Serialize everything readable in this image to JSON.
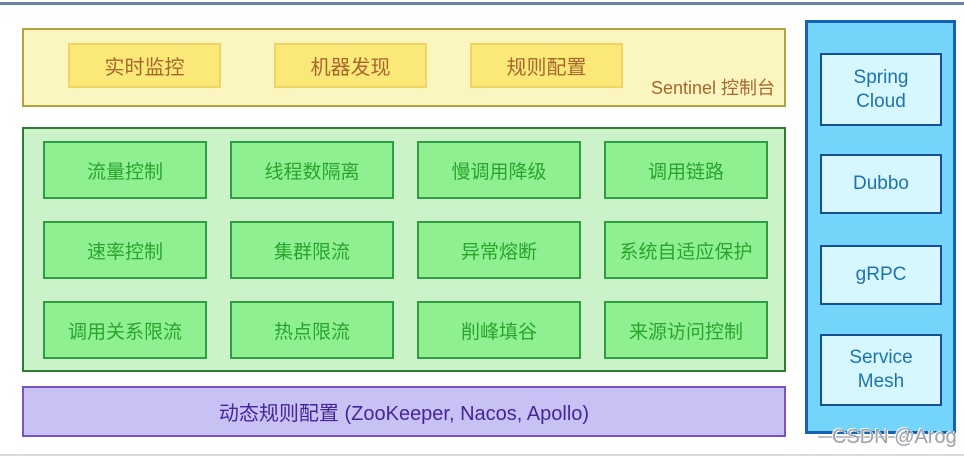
{
  "console": {
    "label": "Sentinel 控制台",
    "features": [
      "实时监控",
      "机器发现",
      "规则配置"
    ]
  },
  "capabilities": {
    "rows": [
      [
        "流量控制",
        "线程数隔离",
        "慢调用降级",
        "调用链路"
      ],
      [
        "速率控制",
        "集群限流",
        "异常熔断",
        "系统自适应保护"
      ],
      [
        "调用关系限流",
        "热点限流",
        "削峰填谷",
        "来源访问控制"
      ]
    ]
  },
  "dynamic_rules": {
    "label": "动态规则配置 (ZooKeeper, Nacos, Apollo)"
  },
  "ecosystem": {
    "items": [
      "Spring Cloud",
      "Dubbo",
      "gRPC",
      "Service Mesh"
    ]
  },
  "watermark": {
    "text": "CSDN @Arog"
  },
  "colors": {
    "console_bg": "#fbf6c0",
    "console_border": "#b3a33c",
    "console_button_bg": "#fae878",
    "console_button_border": "#f0d564",
    "console_text": "#a8672d",
    "capability_panel_bg": "#cbf2c8",
    "capability_panel_border": "#2f7d32",
    "capability_box_bg": "#8ff092",
    "capability_box_border": "#2f9e42",
    "capability_text": "#2aa42d",
    "rule_bar_bg": "#c7c2f3",
    "rule_bar_border": "#7a53c5",
    "rule_bar_text": "#46259b",
    "ecosystem_bg": "#72d5f9",
    "ecosystem_border": "#1660b8",
    "ecosystem_box_bg": "#d5f7fd",
    "ecosystem_box_border": "#174f94",
    "ecosystem_text": "#1e73ae",
    "top_divider": "#6b84a5",
    "watermark_text": "#9ea4aa"
  }
}
